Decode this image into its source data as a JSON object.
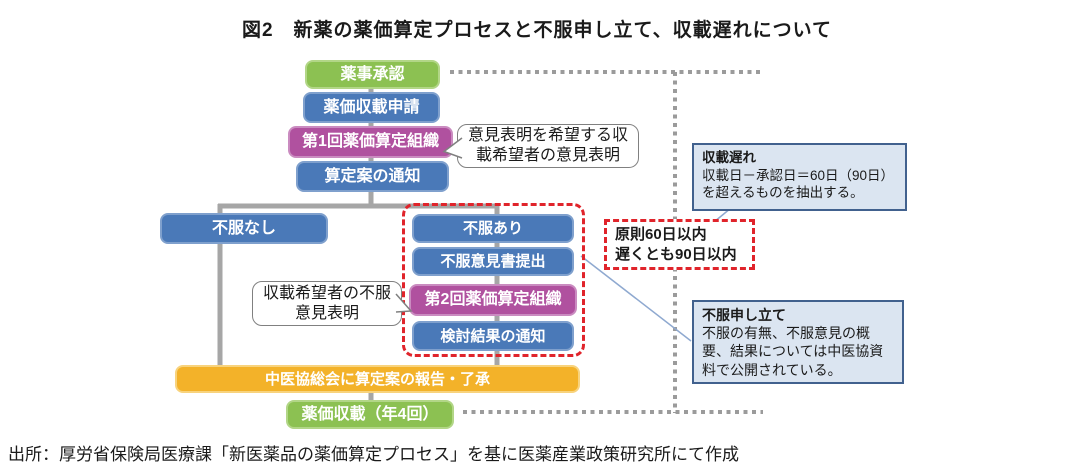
{
  "title": "図2　新薬の薬価算定プロセスと不服申し立て、収載遅れについて",
  "flow": {
    "regulatory_approval": "薬事承認",
    "listing_application": "薬価収載申請",
    "first_pricing_organization": "第1回薬価算定組織",
    "draft_price_notice": "算定案の通知",
    "no_objection": "不服なし",
    "objection": "不服あり",
    "objection_statement_submission": "不服意見書提出",
    "second_pricing_organization": "第2回薬価算定組織",
    "review_result_notice": "検討結果の通知",
    "chuikyo_report_approval": "中医協総会に算定案の報告・了承",
    "price_listing": "薬価収載（年4回）"
  },
  "callouts": {
    "bubble_opinion": "意見表明を希望する収載希望者の意見表明",
    "bubble_objection": "収載希望者の不服意見表明",
    "deadline": {
      "line1": "原則60日以内",
      "line2": "遅くとも90日以内"
    },
    "listing_delay": {
      "title": "収載遅れ",
      "body": "収載日－承認日＝60日（90日）を超えるものを抽出する。"
    },
    "objection_note": {
      "title": "不服申し立て",
      "body": "不服の有無、不服意見の概要、結果については中医協資料で公開されている。"
    }
  },
  "source": "出所：厚労省保険局医療課「新医薬品の薬価算定プロセス」を基に医薬産業政策研究所にて作成",
  "colors": {
    "green": "#8CC152",
    "blue": "#4A79B8",
    "purple": "#B0519F",
    "orange": "#F3B229",
    "red_dotted": "#E0242B",
    "gray_connector": "#A6A6A6",
    "gray_dotted": "#9B9B9B",
    "callout_fill": "#DBE5F1",
    "callout_border": "#41618E",
    "annotation_line": "#8FA9D0"
  }
}
